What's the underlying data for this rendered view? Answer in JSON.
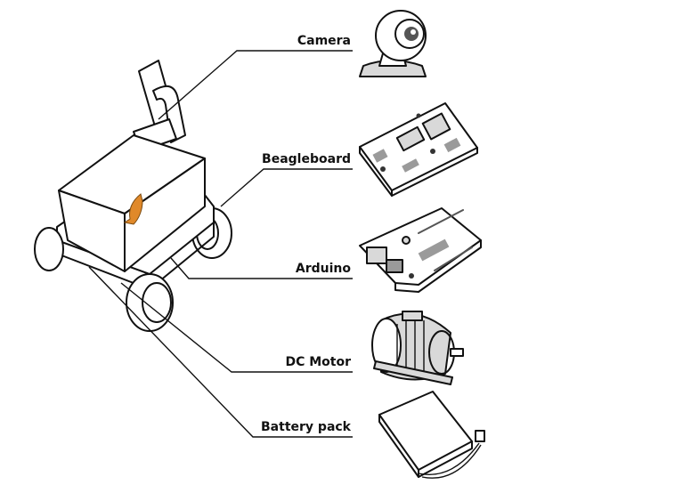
{
  "labels": {
    "camera": "Camera",
    "beagleboard": "Beagleboard",
    "arduino": "Arduino",
    "dc_motor": "DC Motor",
    "battery_pack": "Battery pack"
  },
  "colors": {
    "line": "#111111",
    "fish_accent": "#e0892a",
    "background": "#ffffff"
  },
  "icons": [
    "robot-cart-icon",
    "webcam-icon",
    "beagleboard-icon",
    "arduino-icon",
    "dc-motor-icon",
    "battery-pack-icon"
  ]
}
